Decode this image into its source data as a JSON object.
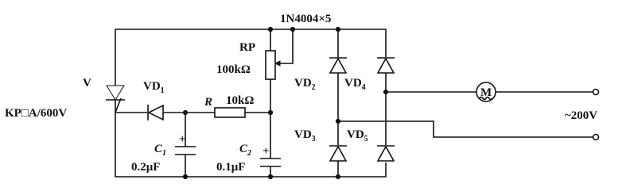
{
  "labels": {
    "diode_bridge": "1N4004×5",
    "rp_name": "RP",
    "rp_value": "100kΩ",
    "thyristor_name": "V",
    "thyristor_part": "KP□A/600V",
    "vd1_main": "VD",
    "vd1_sub": "1",
    "r_name": "R",
    "r_value": "10kΩ",
    "c1_main": "C",
    "c1_sub": "1",
    "c1_value": "0.2μF",
    "c2_main": "C",
    "c2_sub": "2",
    "c2_value": "0.1μF",
    "vd2_main": "VD",
    "vd2_sub": "2",
    "vd3_main": "VD",
    "vd3_sub": "3",
    "vd4_main": "VD",
    "vd4_sub": "4",
    "vd5_main": "VD",
    "vd5_sub": "5",
    "motor_symbol": "M",
    "supply_voltage": "~200V",
    "plus": "+"
  }
}
